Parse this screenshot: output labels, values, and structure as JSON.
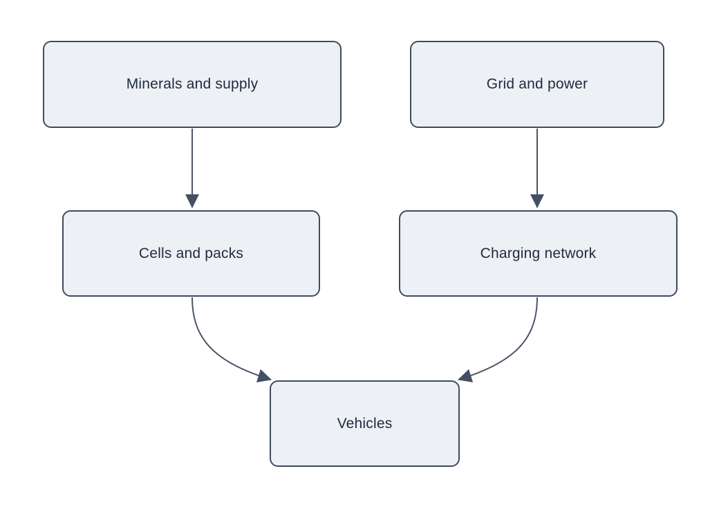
{
  "diagram": {
    "type": "flowchart",
    "direction": "top-down",
    "nodes": [
      {
        "id": "A",
        "label": "Minerals and supply"
      },
      {
        "id": "B",
        "label": "Grid and power"
      },
      {
        "id": "C",
        "label": "Cells and packs"
      },
      {
        "id": "D",
        "label": "Charging network"
      },
      {
        "id": "E",
        "label": "Vehicles"
      }
    ],
    "edges": [
      {
        "from": "A",
        "to": "C",
        "style": "straight-arrow"
      },
      {
        "from": "B",
        "to": "D",
        "style": "straight-arrow"
      },
      {
        "from": "C",
        "to": "E",
        "style": "curved-arrow"
      },
      {
        "from": "D",
        "to": "E",
        "style": "curved-arrow"
      }
    ],
    "colors": {
      "background": "#ffffff",
      "node_fill": "#edf0f5",
      "node_border": "#3f4a5e",
      "edge_stroke": "#4a5568",
      "arrowhead_fill": "#454f63",
      "text": "#1f2a3c"
    }
  }
}
